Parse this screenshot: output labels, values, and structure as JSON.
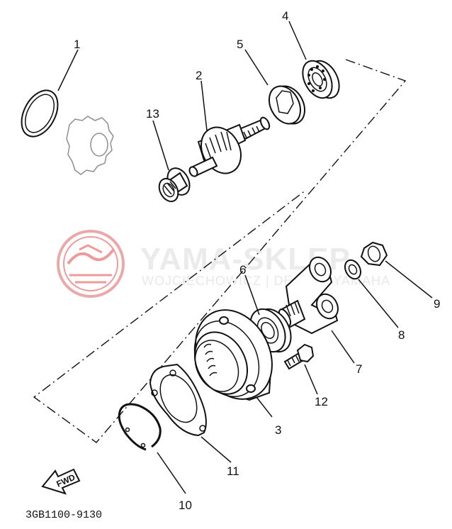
{
  "watermark": {
    "brand": "YAMA-SKLEP",
    "subtitle": "WOJCIECHOWICZ | DEALER YAMAHA",
    "colors": {
      "logo": "#e8a0a0",
      "text": "#e6e6e6"
    }
  },
  "callouts": [
    "1",
    "2",
    "3",
    "4",
    "5",
    "6",
    "7",
    "8",
    "9",
    "10",
    "11",
    "12",
    "13"
  ],
  "fwd_label": "FWD",
  "document_code": "3GB1100-9130"
}
